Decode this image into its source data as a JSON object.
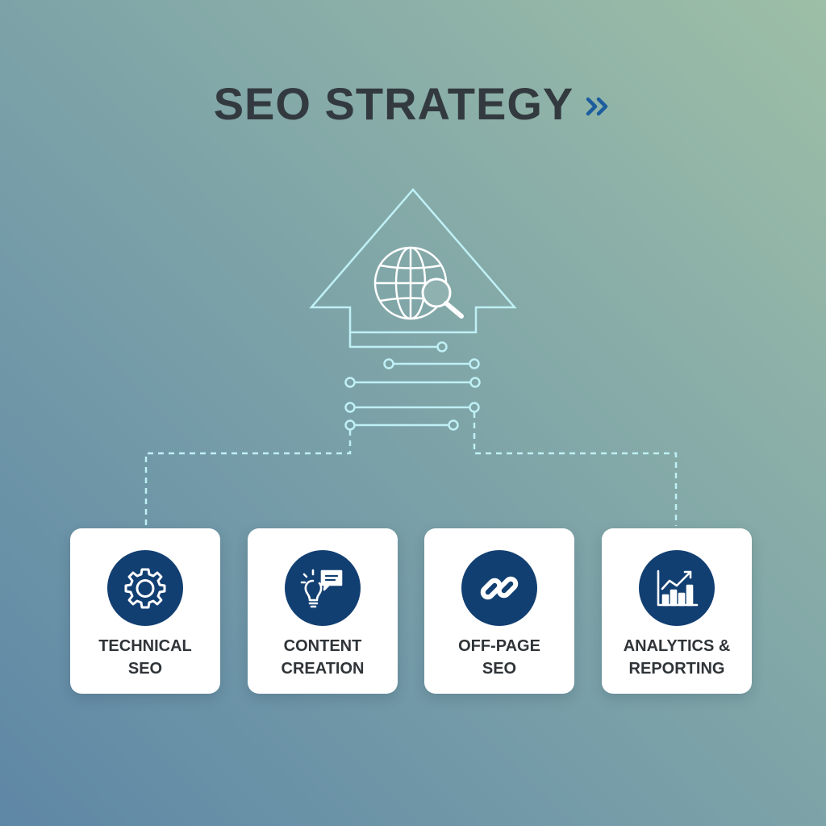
{
  "title": "SEO STRATEGY",
  "colors": {
    "title": "#333a3f",
    "chevrons": "#1d5d9e",
    "lines": "#bff0f5",
    "icon_circle": "#123f72",
    "card": "#ffffff"
  },
  "header_icon": "globe-search-icon",
  "cards": [
    {
      "icon": "gear-icon",
      "label_line1": "TECHNICAL",
      "label_line2": "SEO"
    },
    {
      "icon": "lightbulb-chat-icon",
      "label_line1": "CONTENT",
      "label_line2": "CREATION"
    },
    {
      "icon": "link-icon",
      "label_line1": "OFF-PAGE",
      "label_line2": "SEO"
    },
    {
      "icon": "bar-chart-trend-icon",
      "label_line1": "ANALYTICS &",
      "label_line2": "REPORTING"
    }
  ]
}
